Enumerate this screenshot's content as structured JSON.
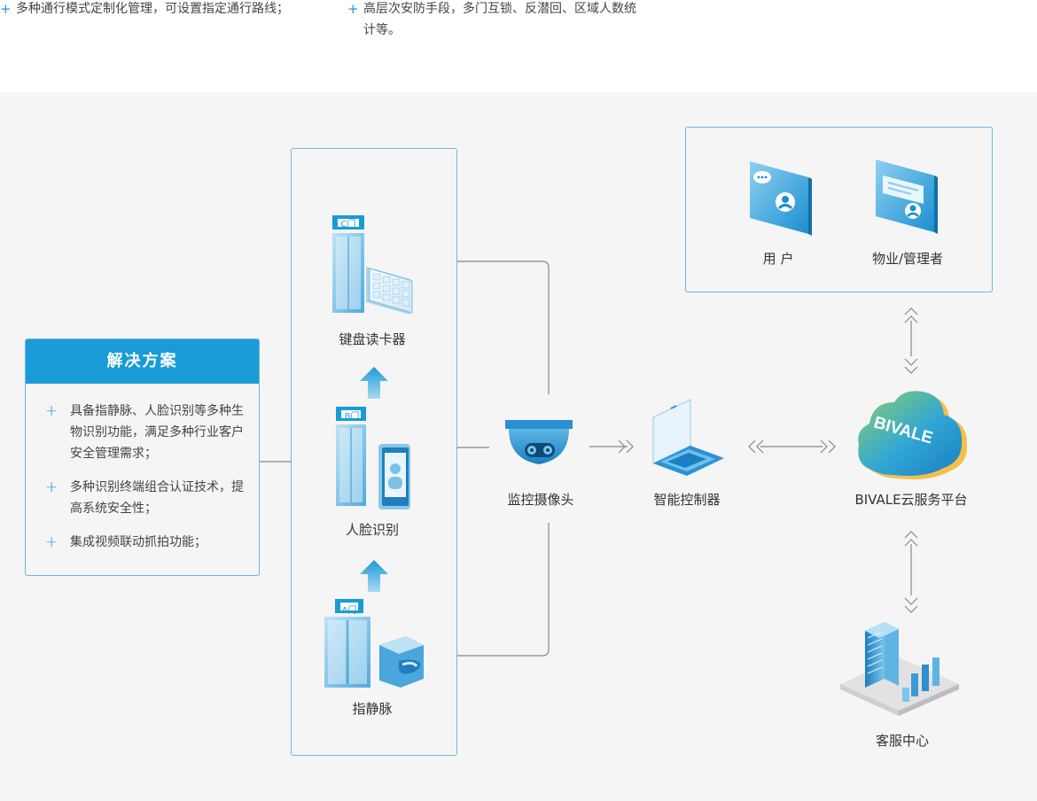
{
  "top": {
    "left_item": "多种通行模式定制化管理，可设置指定通行路线；",
    "right_item": "高层次安防手段，多门互锁、反潜回、区域人数统计等。"
  },
  "solution": {
    "title": "解决方案",
    "items": [
      "具备指静脉、人脸识别等多种生物识别功能，满足多种行业客户安全管理需求；",
      "多种识别终端组合认证技术，提高系统安全性；",
      "集成视频联动抓拍功能；"
    ]
  },
  "terminals": {
    "keypad": {
      "label": "键盘读卡器",
      "door": "C门"
    },
    "face": {
      "label": "人脸识别",
      "door": "B门"
    },
    "vein": {
      "label": "指静脉",
      "door": "A门"
    }
  },
  "nodes": {
    "camera": "监控摄像头",
    "controller": "智能控制器",
    "cloud": "BIVALE云服务平台",
    "cloud_logo": "BIVALE",
    "service_center": "客服中心",
    "user": "用 户",
    "manager": "物业/管理者"
  },
  "colors": {
    "accent": "#1a9bd7",
    "border": "#6ab8de",
    "panel_bg": "#f5f5f5",
    "line": "#888888"
  }
}
